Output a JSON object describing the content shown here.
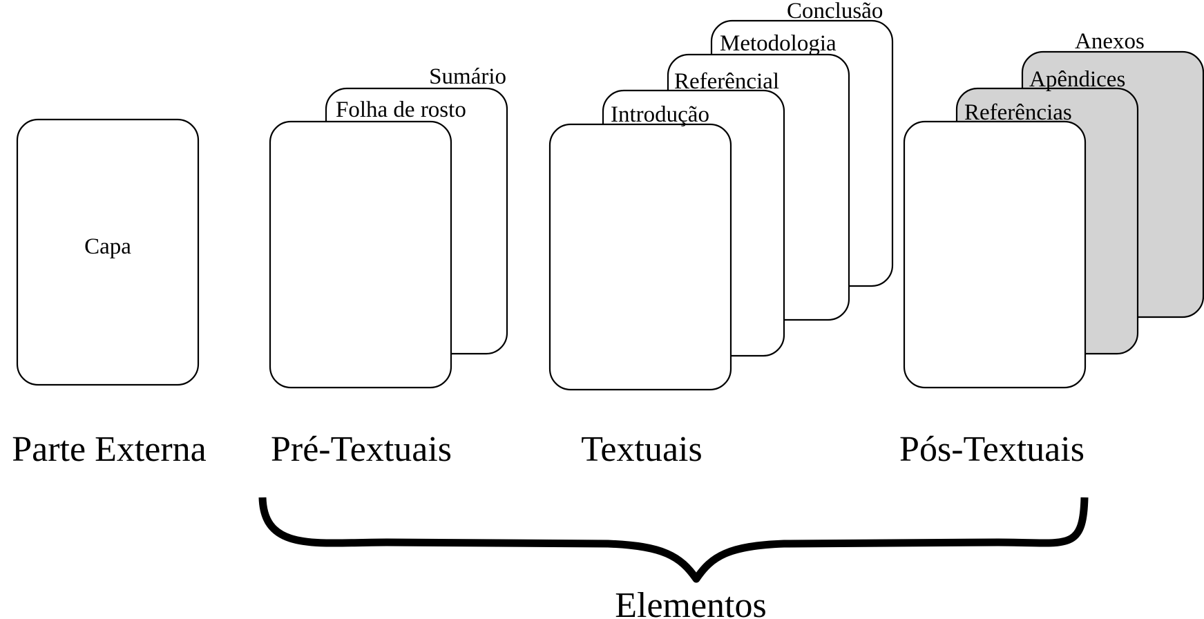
{
  "groups": {
    "parte_externa": {
      "heading": "Parte Externa",
      "cards": [
        "Capa"
      ]
    },
    "pre_textuais": {
      "heading": "Pré-Textuais",
      "cards": [
        "Folha de rosto",
        "Sumário"
      ]
    },
    "textuais": {
      "heading": "Textuais",
      "cards": [
        "Introdução",
        "Referêncial",
        "Metodologia",
        "Conclusão"
      ]
    },
    "pos_textuais": {
      "heading": "Pós-Textuais",
      "cards": [
        "Referências",
        "Apêndices",
        "Anexos"
      ]
    }
  },
  "brace_label": "Elementos",
  "colors": {
    "card_fill": "#ffffff",
    "card_fill_gray": "#d3d3d3",
    "stroke": "#000000"
  }
}
